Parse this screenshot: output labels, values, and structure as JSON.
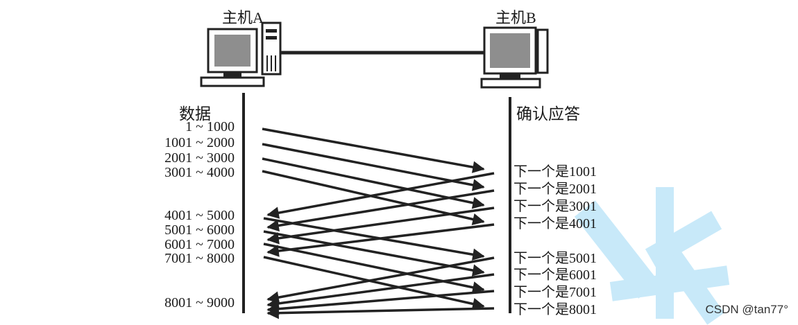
{
  "hosts": {
    "a": "主机A",
    "b": "主机B"
  },
  "columns": {
    "data": "数据",
    "ack": "确认应答"
  },
  "segments": [
    "1 ~ 1000",
    "1001 ~ 2000",
    "2001 ~ 3000",
    "3001 ~ 4000",
    "4001 ~ 5000",
    "5001 ~ 6000",
    "6001 ~ 7000",
    "7001 ~ 8000",
    "8001 ~ 9000"
  ],
  "acks": [
    "下一个是1001",
    "下一个是2001",
    "下一个是3001",
    "下一个是4001",
    "下一个是5001",
    "下一个是6001",
    "下一个是7001",
    "下一个是8001"
  ],
  "watermark": "CSDN @tan77°",
  "colors": {
    "line": "#222222",
    "screen": "#8e8e8e",
    "watermark_glyph": "#bfe6f8"
  }
}
